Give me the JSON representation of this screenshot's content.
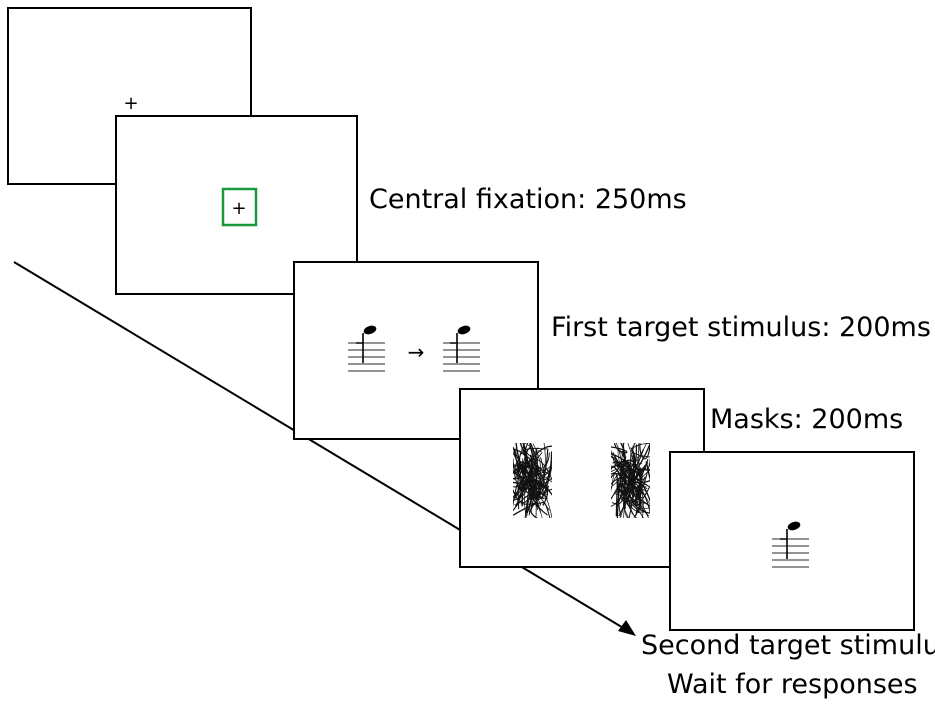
{
  "colors": {
    "frame_border": "#000000",
    "fixation_box": "#1a9a3a",
    "ink": "#000000",
    "staff": "#555555"
  },
  "timeline": {
    "frames": [
      {
        "id": "fixation-screen",
        "content": "fixation-cross"
      },
      {
        "id": "central-fixation-screen",
        "content": "boxed-fixation-cross"
      },
      {
        "id": "first-target-screen",
        "content": "note-to-note"
      },
      {
        "id": "masks-screen",
        "content": "two-masks"
      },
      {
        "id": "second-target-screen",
        "content": "single-note"
      }
    ],
    "labels": {
      "central_fixation": "Central fixation: 250ms",
      "first_target": "First target stimulus: 200ms",
      "masks": "Masks: 200ms",
      "second_target": "Second target stimulus",
      "wait": "Wait for responses"
    },
    "glyphs": {
      "cross": "+",
      "arrow": "→"
    }
  }
}
